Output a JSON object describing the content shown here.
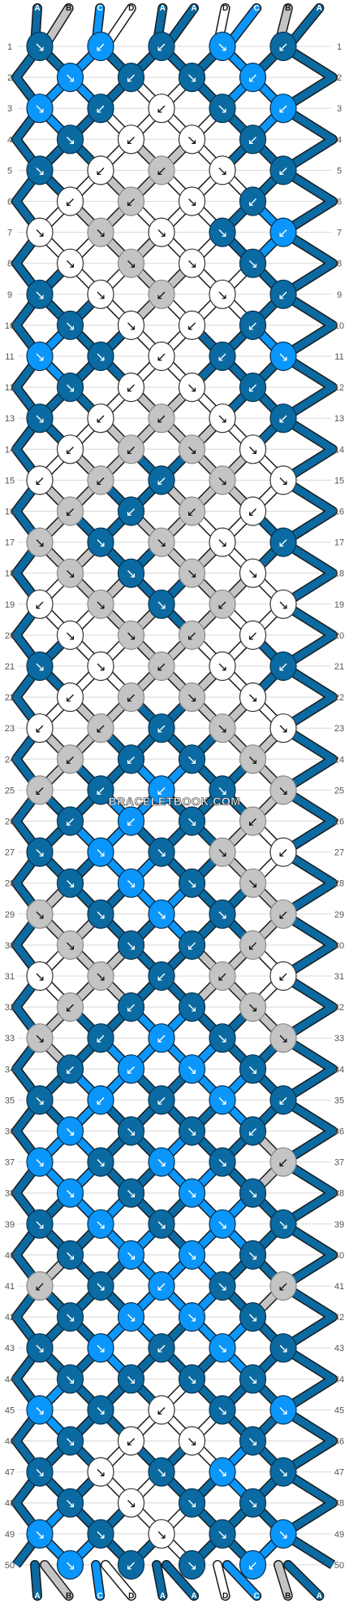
{
  "watermark": "BRACELETBOOK.COM",
  "colors": {
    "A": "#0a6aa1",
    "B": "#c4c4c4",
    "C": "#0a96fa",
    "D": "#ffffff"
  },
  "strands_top": [
    "A",
    "B",
    "C",
    "D",
    "A",
    "A",
    "D",
    "C",
    "B",
    "A"
  ],
  "strands_bottom": [
    "A",
    "B",
    "C",
    "D",
    "A",
    "A",
    "D",
    "C",
    "B",
    "A"
  ],
  "rows": [
    {
      "n": "1",
      "knots": [
        [
          "A",
          "↘"
        ],
        [
          "C",
          "↙"
        ],
        [
          "A",
          "↙"
        ],
        [
          "C",
          "↘"
        ],
        [
          "A",
          "↙"
        ]
      ]
    },
    {
      "n": "2",
      "knots": [
        [
          "C",
          "↘"
        ],
        [
          "A",
          "↙"
        ],
        [
          "A",
          "↘"
        ],
        [
          "C",
          "↙"
        ]
      ]
    },
    {
      "n": "3",
      "knots": [
        [
          "C",
          "↘"
        ],
        [
          "A",
          "↙"
        ],
        [
          "D",
          "↙"
        ],
        [
          "A",
          "↘"
        ],
        [
          "C",
          "↙"
        ]
      ]
    },
    {
      "n": "4",
      "knots": [
        [
          "A",
          "↘"
        ],
        [
          "D",
          "↙"
        ],
        [
          "D",
          "↘"
        ],
        [
          "A",
          "↙"
        ]
      ]
    },
    {
      "n": "5",
      "knots": [
        [
          "A",
          "↘"
        ],
        [
          "D",
          "↙"
        ],
        [
          "B",
          "↙"
        ],
        [
          "D",
          "↘"
        ],
        [
          "A",
          "↙"
        ]
      ]
    },
    {
      "n": "6",
      "knots": [
        [
          "D",
          "↙"
        ],
        [
          "B",
          "↙"
        ],
        [
          "D",
          "↘"
        ],
        [
          "A",
          "↙"
        ]
      ]
    },
    {
      "n": "7",
      "knots": [
        [
          "D",
          "↘"
        ],
        [
          "B",
          "↘"
        ],
        [
          "D",
          "↘"
        ],
        [
          "A",
          "↘"
        ],
        [
          "C",
          "↙"
        ]
      ]
    },
    {
      "n": "8",
      "knots": [
        [
          "D",
          "↘"
        ],
        [
          "B",
          "↘"
        ],
        [
          "D",
          "↘"
        ],
        [
          "A",
          "↘"
        ]
      ]
    },
    {
      "n": "9",
      "knots": [
        [
          "A",
          "↘"
        ],
        [
          "D",
          "↘"
        ],
        [
          "B",
          "↙"
        ],
        [
          "D",
          "↘"
        ],
        [
          "A",
          "↙"
        ]
      ]
    },
    {
      "n": "10",
      "knots": [
        [
          "A",
          "↘"
        ],
        [
          "D",
          "↘"
        ],
        [
          "D",
          "↙"
        ],
        [
          "A",
          "↙"
        ]
      ]
    },
    {
      "n": "11",
      "knots": [
        [
          "C",
          "↘"
        ],
        [
          "A",
          "↘"
        ],
        [
          "D",
          "↙"
        ],
        [
          "A",
          "↙"
        ],
        [
          "C",
          "↘"
        ]
      ]
    },
    {
      "n": "12",
      "knots": [
        [
          "A",
          "↘"
        ],
        [
          "D",
          "↙"
        ],
        [
          "D",
          "↘"
        ],
        [
          "A",
          "↙"
        ]
      ]
    },
    {
      "n": "13",
      "knots": [
        [
          "A",
          "↘"
        ],
        [
          "D",
          "↙"
        ],
        [
          "B",
          "↙"
        ],
        [
          "D",
          "↘"
        ],
        [
          "A",
          "↙"
        ]
      ]
    },
    {
      "n": "14",
      "knots": [
        [
          "D",
          "↙"
        ],
        [
          "B",
          "↙"
        ],
        [
          "B",
          "↘"
        ],
        [
          "D",
          "↘"
        ]
      ]
    },
    {
      "n": "15",
      "knots": [
        [
          "D",
          "↙"
        ],
        [
          "B",
          "↙"
        ],
        [
          "A",
          "↙"
        ],
        [
          "B",
          "↘"
        ],
        [
          "D",
          "↘"
        ]
      ]
    },
    {
      "n": "16",
      "knots": [
        [
          "B",
          "↙"
        ],
        [
          "A",
          "↙"
        ],
        [
          "B",
          "↙"
        ],
        [
          "D",
          "↙"
        ]
      ]
    },
    {
      "n": "17",
      "knots": [
        [
          "B",
          "↘"
        ],
        [
          "A",
          "↘"
        ],
        [
          "B",
          "↘"
        ],
        [
          "D",
          "↘"
        ],
        [
          "A",
          "↙"
        ]
      ]
    },
    {
      "n": "18",
      "knots": [
        [
          "B",
          "↘"
        ],
        [
          "A",
          "↘"
        ],
        [
          "B",
          "↘"
        ],
        [
          "D",
          "↘"
        ]
      ]
    },
    {
      "n": "19",
      "knots": [
        [
          "D",
          "↙"
        ],
        [
          "B",
          "↘"
        ],
        [
          "A",
          "↘"
        ],
        [
          "B",
          "↙"
        ],
        [
          "D",
          "↘"
        ]
      ]
    },
    {
      "n": "20",
      "knots": [
        [
          "D",
          "↘"
        ],
        [
          "B",
          "↘"
        ],
        [
          "B",
          "↙"
        ],
        [
          "D",
          "↙"
        ]
      ]
    },
    {
      "n": "21",
      "knots": [
        [
          "A",
          "↘"
        ],
        [
          "D",
          "↘"
        ],
        [
          "B",
          "↙"
        ],
        [
          "D",
          "↘"
        ],
        [
          "A",
          "↙"
        ]
      ]
    },
    {
      "n": "22",
      "knots": [
        [
          "D",
          "↙"
        ],
        [
          "B",
          "↙"
        ],
        [
          "B",
          "↘"
        ],
        [
          "D",
          "↘"
        ]
      ]
    },
    {
      "n": "23",
      "knots": [
        [
          "D",
          "↙"
        ],
        [
          "B",
          "↙"
        ],
        [
          "A",
          "↙"
        ],
        [
          "B",
          "↘"
        ],
        [
          "D",
          "↘"
        ]
      ]
    },
    {
      "n": "24",
      "knots": [
        [
          "B",
          "↙"
        ],
        [
          "A",
          "↙"
        ],
        [
          "A",
          "↘"
        ],
        [
          "B",
          "↘"
        ]
      ]
    },
    {
      "n": "25",
      "knots": [
        [
          "B",
          "↙"
        ],
        [
          "A",
          "↙"
        ],
        [
          "C",
          "↙"
        ],
        [
          "A",
          "↘"
        ],
        [
          "B",
          "↘"
        ]
      ]
    },
    {
      "n": "26",
      "knots": [
        [
          "A",
          "↙"
        ],
        [
          "C",
          "↙"
        ],
        [
          "A",
          "↘"
        ],
        [
          "B",
          "↙"
        ]
      ]
    },
    {
      "n": "27",
      "knots": [
        [
          "A",
          "↘"
        ],
        [
          "C",
          "↘"
        ],
        [
          "A",
          "↘"
        ],
        [
          "B",
          "↘"
        ],
        [
          "D",
          "↙"
        ]
      ]
    },
    {
      "n": "28",
      "knots": [
        [
          "A",
          "↘"
        ],
        [
          "C",
          "↘"
        ],
        [
          "A",
          "↘"
        ],
        [
          "B",
          "↘"
        ]
      ]
    },
    {
      "n": "29",
      "knots": [
        [
          "B",
          "↘"
        ],
        [
          "A",
          "↘"
        ],
        [
          "C",
          "↘"
        ],
        [
          "A",
          "↘"
        ],
        [
          "B",
          "↙"
        ]
      ]
    },
    {
      "n": "30",
      "knots": [
        [
          "B",
          "↘"
        ],
        [
          "A",
          "↘"
        ],
        [
          "A",
          "↙"
        ],
        [
          "B",
          "↙"
        ]
      ]
    },
    {
      "n": "31",
      "knots": [
        [
          "D",
          "↘"
        ],
        [
          "B",
          "↘"
        ],
        [
          "A",
          "↙"
        ],
        [
          "B",
          "↙"
        ],
        [
          "D",
          "↙"
        ]
      ]
    },
    {
      "n": "32",
      "knots": [
        [
          "B",
          "↙"
        ],
        [
          "A",
          "↙"
        ],
        [
          "A",
          "↘"
        ],
        [
          "B",
          "↘"
        ]
      ]
    },
    {
      "n": "33",
      "knots": [
        [
          "B",
          "↘"
        ],
        [
          "A",
          "↙"
        ],
        [
          "C",
          "↙"
        ],
        [
          "A",
          "↘"
        ],
        [
          "B",
          "↘"
        ]
      ]
    },
    {
      "n": "34",
      "knots": [
        [
          "A",
          "↙"
        ],
        [
          "C",
          "↙"
        ],
        [
          "C",
          "↘"
        ],
        [
          "A",
          "↘"
        ]
      ]
    },
    {
      "n": "35",
      "knots": [
        [
          "A",
          "↘"
        ],
        [
          "C",
          "↙"
        ],
        [
          "A",
          "↙"
        ],
        [
          "C",
          "↘"
        ],
        [
          "A",
          "↙"
        ]
      ]
    },
    {
      "n": "36",
      "knots": [
        [
          "C",
          "↘"
        ],
        [
          "A",
          "↘"
        ],
        [
          "A",
          "↘"
        ],
        [
          "A",
          "↙"
        ]
      ]
    },
    {
      "n": "37",
      "knots": [
        [
          "C",
          "↘"
        ],
        [
          "A",
          "↘"
        ],
        [
          "C",
          "↘"
        ],
        [
          "A",
          "↘"
        ],
        [
          "B",
          "↙"
        ]
      ]
    },
    {
      "n": "38",
      "knots": [
        [
          "C",
          "↘"
        ],
        [
          "A",
          "↘"
        ],
        [
          "C",
          "↘"
        ],
        [
          "A",
          "↘"
        ]
      ]
    },
    {
      "n": "39",
      "knots": [
        [
          "A",
          "↘"
        ],
        [
          "C",
          "↘"
        ],
        [
          "A",
          "↘"
        ],
        [
          "C",
          "↘"
        ],
        [
          "A",
          "↘"
        ]
      ]
    },
    {
      "n": "40",
      "knots": [
        [
          "A",
          "↘"
        ],
        [
          "C",
          "↘"
        ],
        [
          "C",
          "↘"
        ],
        [
          "A",
          "↘"
        ]
      ]
    },
    {
      "n": "41",
      "knots": [
        [
          "B",
          "↙"
        ],
        [
          "A",
          "↘"
        ],
        [
          "C",
          "↙"
        ],
        [
          "A",
          "↘"
        ],
        [
          "B",
          "↙"
        ]
      ]
    },
    {
      "n": "42",
      "knots": [
        [
          "A",
          "↘"
        ],
        [
          "C",
          "↘"
        ],
        [
          "C",
          "↘"
        ],
        [
          "A",
          "↘"
        ]
      ]
    },
    {
      "n": "43",
      "knots": [
        [
          "A",
          "↘"
        ],
        [
          "C",
          "↘"
        ],
        [
          "A",
          "↙"
        ],
        [
          "C",
          "↘"
        ],
        [
          "A",
          "↘"
        ]
      ]
    },
    {
      "n": "44",
      "knots": [
        [
          "A",
          "↘"
        ],
        [
          "A",
          "↘"
        ],
        [
          "A",
          "↘"
        ],
        [
          "A",
          "↘"
        ]
      ]
    },
    {
      "n": "45",
      "knots": [
        [
          "C",
          "↘"
        ],
        [
          "A",
          "↘"
        ],
        [
          "D",
          "↙"
        ],
        [
          "A",
          "↘"
        ],
        [
          "C",
          "↘"
        ]
      ]
    },
    {
      "n": "46",
      "knots": [
        [
          "A",
          "↘"
        ],
        [
          "D",
          "↙"
        ],
        [
          "D",
          "↘"
        ],
        [
          "A",
          "↘"
        ]
      ]
    },
    {
      "n": "47",
      "knots": [
        [
          "A",
          "↘"
        ],
        [
          "D",
          "↘"
        ],
        [
          "A",
          "↘"
        ],
        [
          "C",
          "↘"
        ],
        [
          "A",
          "↘"
        ]
      ]
    },
    {
      "n": "48",
      "knots": [
        [
          "A",
          "↘"
        ],
        [
          "D",
          "↘"
        ],
        [
          "A",
          "↘"
        ],
        [
          "A",
          "↘"
        ]
      ]
    },
    {
      "n": "49",
      "knots": [
        [
          "C",
          "↘"
        ],
        [
          "A",
          "↘"
        ],
        [
          "D",
          "↘"
        ],
        [
          "A",
          "↘"
        ],
        [
          "C",
          "↘"
        ]
      ]
    },
    {
      "n": "50",
      "knots": [
        [
          "C",
          "↘"
        ],
        [
          "A",
          "↙"
        ],
        [
          "A",
          "↘"
        ],
        [
          "C",
          "↙"
        ]
      ]
    }
  ]
}
